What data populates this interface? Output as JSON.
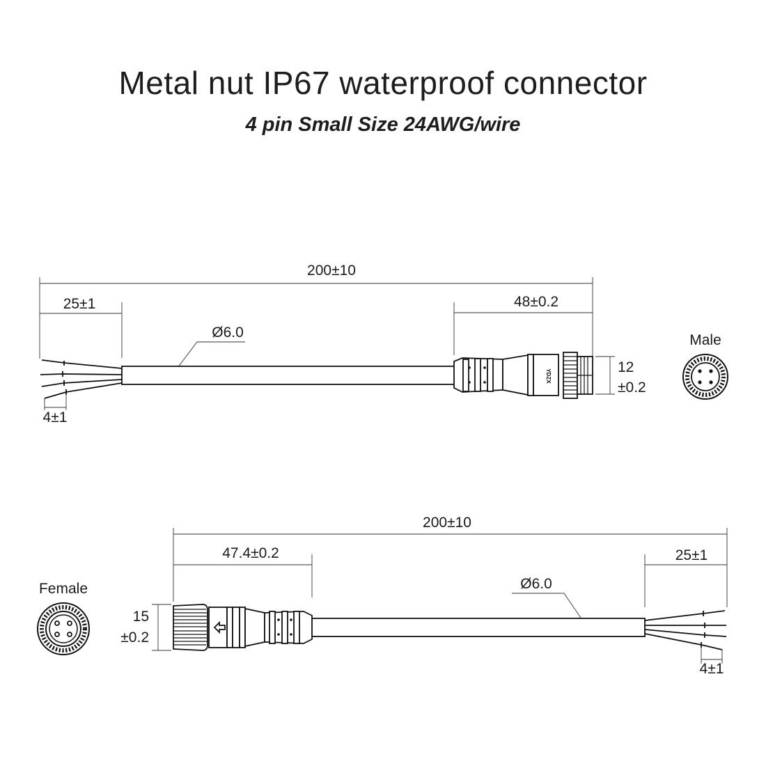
{
  "title": "Metal nut IP67 waterproof connector",
  "subtitle": "4 pin Small Size 24AWG/wire",
  "male": {
    "label": "Male",
    "total_length": "200±10",
    "strip_length": "25±1",
    "connector_length": "48±0.2",
    "cable_diameter": "Ø6.0",
    "height_a": "12",
    "height_b": "±0.2",
    "wire_end": "4±1",
    "brand_mark": "YDZX"
  },
  "female": {
    "label": "Female",
    "total_length": "200±10",
    "strip_length": "25±1",
    "connector_length": "47.4±0.2",
    "cable_diameter": "Ø6.0",
    "height_a": "15",
    "height_b": "±0.2",
    "wire_end": "4±1"
  },
  "colors": {
    "line": "#111111",
    "background": "#ffffff"
  }
}
